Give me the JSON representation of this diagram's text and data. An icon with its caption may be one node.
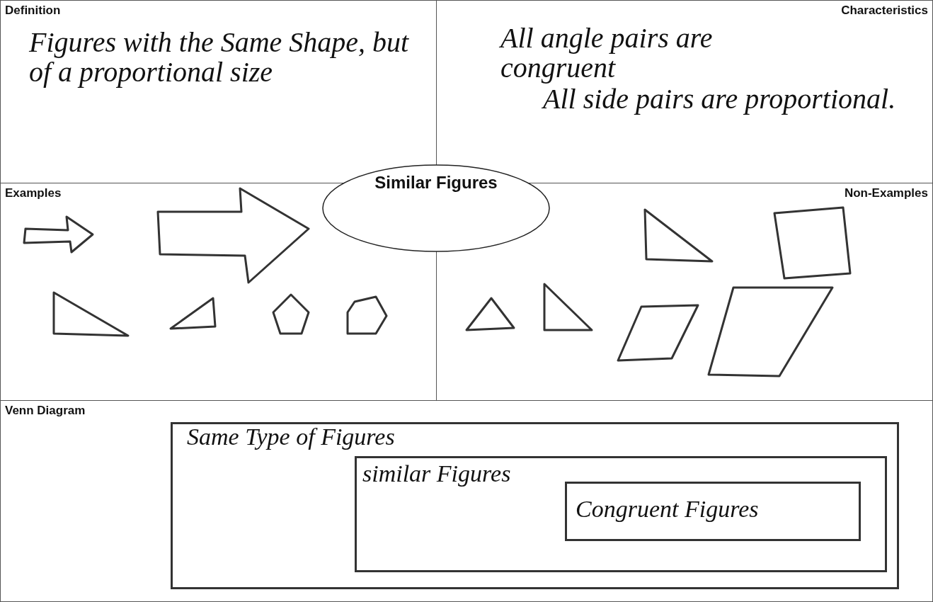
{
  "diagram": {
    "nodes": [
      {
        "text": [
          "Definition",
          "Figures with the Same Shape, but of a proportional size"
        ]
      },
      {
        "text": [
          "Characteristics",
          "All angle pairs are congruent",
          "All side pairs are proportional."
        ]
      },
      {
        "text": [
          "Similar Figures"
        ]
      },
      {
        "text": [
          "Examples"
        ]
      },
      {
        "text": [
          "Non-Examples"
        ]
      },
      {
        "text": [
          "Venn Diagram"
        ]
      },
      {
        "text": [
          "Same Type of Figures"
        ],
        "in": 5
      },
      {
        "text": [
          "similar Figures"
        ],
        "in": 6
      },
      {
        "text": [
          "Congruent Figures"
        ],
        "in": 7
      }
    ],
    "edges": []
  }
}
